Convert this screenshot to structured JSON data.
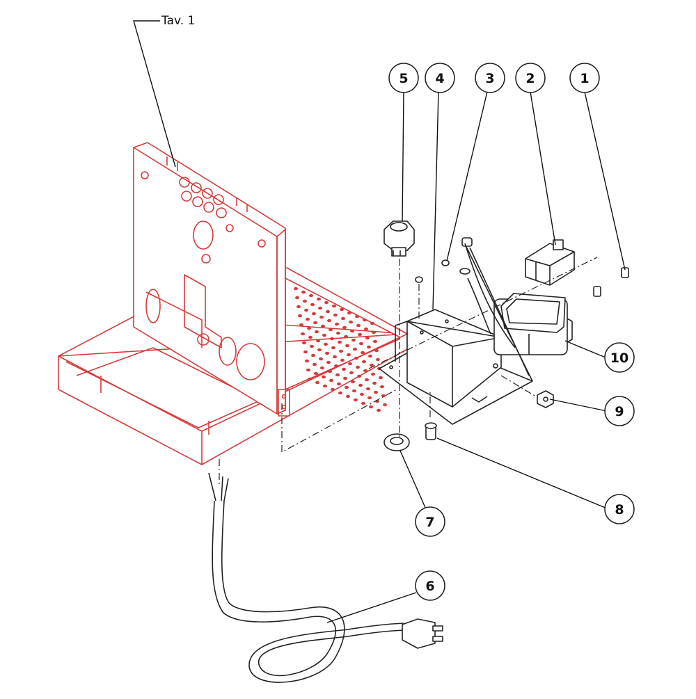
{
  "drawing": {
    "reference_label": "Tav. 1",
    "callouts": [
      {
        "id": "1",
        "label": "1"
      },
      {
        "id": "2",
        "label": "2"
      },
      {
        "id": "3",
        "label": "3"
      },
      {
        "id": "4",
        "label": "4"
      },
      {
        "id": "5",
        "label": "5"
      },
      {
        "id": "6",
        "label": "6"
      },
      {
        "id": "7",
        "label": "7"
      },
      {
        "id": "8",
        "label": "8"
      },
      {
        "id": "9",
        "label": "9"
      },
      {
        "id": "10",
        "label": "10"
      }
    ],
    "colors": {
      "frame_outline": "#d63a3a",
      "parts_outline": "#222222",
      "background": "#ffffff"
    }
  }
}
